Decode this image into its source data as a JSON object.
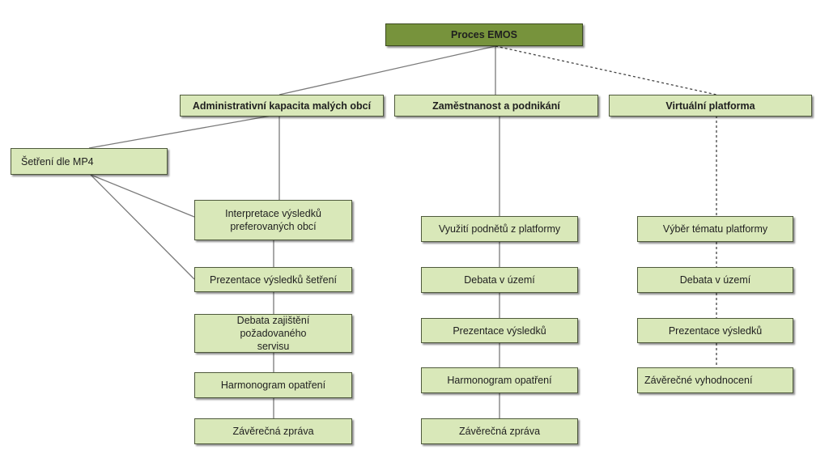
{
  "root": {
    "label": "Proces EMOS"
  },
  "branches": {
    "admin": {
      "label": "Administrativní kapacita malých obcí"
    },
    "zamest": {
      "label": "Zaměstnanost a podnikání"
    },
    "virt": {
      "label": "Virtuální platforma"
    }
  },
  "setreni": {
    "label": "Šetření dle MP4"
  },
  "admin_steps": [
    {
      "label": "Interpretace výsledků preferovaných obcí"
    },
    {
      "label": "Prezentace výsledků šetření"
    },
    {
      "label": "Debata zajištění požadovaného servisu"
    },
    {
      "label": "Harmonogram opatření"
    },
    {
      "label": "Závěrečná zpráva"
    }
  ],
  "zamest_steps": [
    {
      "label": "Využití podnětů z platformy"
    },
    {
      "label": "Debata v území"
    },
    {
      "label": "Prezentace výsledků"
    },
    {
      "label": "Harmonogram opatření"
    },
    {
      "label": "Závěrečná zpráva"
    }
  ],
  "virt_steps": [
    {
      "label": "Výběr tématu platformy"
    },
    {
      "label": "Debata v území"
    },
    {
      "label": "Prezentace výsledků"
    },
    {
      "label": "Závěrečné vyhodnocení"
    }
  ]
}
